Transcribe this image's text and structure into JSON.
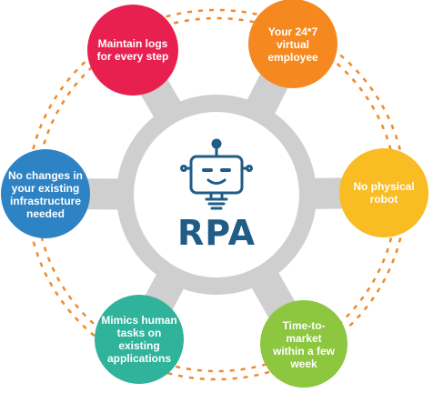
{
  "center": {
    "label": "RPA"
  },
  "colors": {
    "hub": "#cfcfcf",
    "dotted_ring": "#f08a2a",
    "accent_text": "#1f5c86"
  },
  "nodes": [
    {
      "id": "maintain-logs",
      "text": "Maintain logs for every step",
      "color": "#e8204f",
      "icon": "none"
    },
    {
      "id": "virtual-employee",
      "text": "Your 24*7 virtual employee",
      "color": "#f5891f",
      "icon": "none"
    },
    {
      "id": "no-physical-robot",
      "text": "No physical robot",
      "color": "#f9bd23",
      "icon": "none"
    },
    {
      "id": "time-to-market",
      "text": "Time-to-market within a few week",
      "color": "#8dc63f",
      "icon": "none"
    },
    {
      "id": "mimics-human",
      "text": "Mimics human tasks on existing applications",
      "color": "#2fb39a",
      "icon": "none"
    },
    {
      "id": "no-changes",
      "text": "No changes in your existing infrastructure needed",
      "color": "#2d83c4",
      "icon": "none"
    }
  ]
}
